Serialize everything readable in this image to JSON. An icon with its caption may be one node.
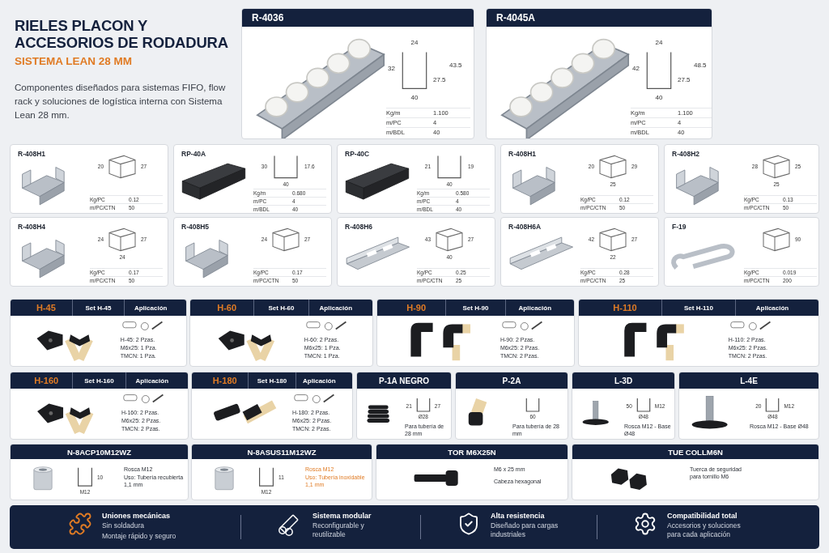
{
  "diagram": {
    "title": "RIELES PLACON Y ACCESORIOS DE RODADURA",
    "nodes": [
      {
        "text": [
          "R-4036",
          "24",
          "32",
          "43.5",
          "27.5",
          "40",
          "Kg/m",
          "1.100",
          "m/PC",
          "4",
          "m/BDL",
          "40"
        ]
      },
      {
        "text": [
          "R-4045A",
          "24",
          "42",
          "48.5",
          "27.5",
          "40",
          "Kg/m",
          "1.100",
          "m/PC",
          "4",
          "m/BDL",
          "40"
        ]
      },
      {
        "text": [
          "R-408H1",
          "20",
          "27",
          "Kg/PC",
          "0.12",
          "m/PC/CTN",
          "50"
        ]
      },
      {
        "text": [
          "RP-40A",
          "30",
          "17.6",
          "40",
          "Kg/m",
          "0.680",
          "m/PC",
          "4",
          "m/BDL",
          "40"
        ]
      },
      {
        "text": [
          "RP-40C",
          "21",
          "19",
          "40",
          "Kg/m",
          "0.580",
          "m/PC",
          "4",
          "m/BDL",
          "40"
        ]
      },
      {
        "text": [
          "R-408H1",
          "20",
          "29",
          "25",
          "Kg/PC",
          "0.12",
          "m/PC/CTN",
          "50"
        ]
      },
      {
        "text": [
          "R-408H2",
          "28",
          "25",
          "25",
          "Kg/PC",
          "0.13",
          "m/PC/CTN",
          "50"
        ]
      },
      {
        "text": [
          "R-408H4",
          "24",
          "27",
          "24",
          "Kg/PC",
          "0.17",
          "m/PC/CTN",
          "50"
        ]
      },
      {
        "text": [
          "R-408H5",
          "24",
          "27",
          "Kg/PC",
          "0.17",
          "m/PC/CTN",
          "50"
        ]
      },
      {
        "text": [
          "R-408H6",
          "43",
          "27",
          "40",
          "Kg/PC",
          "0.25",
          "m/PC/CTN",
          "25"
        ]
      },
      {
        "text": [
          "R-408H6A",
          "42",
          "27",
          "22",
          "Kg/PC",
          "0.28",
          "m/PC/CTN",
          "25"
        ]
      },
      {
        "text": [
          "F-19",
          "90",
          "Kg/PC",
          "0.019",
          "m/PC/CTN",
          "200"
        ]
      },
      {
        "text": [
          "H-45",
          "Set H-45",
          "Aplicación",
          "H-45: 2 Pzas.",
          "M6x25: 1 Pza.",
          "TMCN: 1 Pza."
        ]
      },
      {
        "text": [
          "H-60",
          "Set H-60",
          "Aplicación",
          "H-60: 2 Pzas.",
          "M6x25: 1 Pza.",
          "TMCN: 1 Pza."
        ]
      },
      {
        "text": [
          "H-90",
          "Set H-90",
          "Aplicación",
          "H-90: 2 Pzas.",
          "M6x25: 2 Pzas.",
          "TMCN: 2 Pzas."
        ]
      },
      {
        "text": [
          "H-110",
          "Set H-110",
          "Aplicación",
          "H-110: 2 Pzas.",
          "M6x25: 2 Pzas.",
          "TMCN: 2 Pzas."
        ]
      },
      {
        "text": [
          "H-160",
          "Set H-160",
          "Aplicación",
          "H-160: 2 Pzas.",
          "M6x25: 2 Pzas.",
          "TMCN: 2 Pzas."
        ]
      },
      {
        "text": [
          "H-180",
          "Set H-180",
          "Aplicación",
          "H-180: 2 Pzas.",
          "M6x25: 2 Pzas.",
          "TMCN: 2 Pzas."
        ]
      },
      {
        "text": [
          "P-1A NEGRO",
          "21",
          "27",
          "Ø28",
          "Para tubería de 28 mm"
        ]
      },
      {
        "text": [
          "P-2A",
          "60",
          "Para tubería de 28 mm"
        ]
      },
      {
        "text": [
          "L-3D",
          "50",
          "M12",
          "Ø48",
          "Rosca M12 - Base Ø48"
        ]
      },
      {
        "text": [
          "L-4E",
          "20",
          "M12",
          "Ø48",
          "Rosca M12 - Base Ø48"
        ]
      },
      {
        "text": [
          "N-8ACP10M12WZ",
          "10",
          "M12",
          "Rosca M12",
          "Uso: Tubería recubierta 1,1 mm"
        ]
      },
      {
        "text": [
          "N-8ASUS11M12WZ",
          "11",
          "M12",
          "Rosca M12",
          "Uso: Tubería inoxidable 1,1 mm"
        ]
      },
      {
        "text": [
          "TOR M6X25N",
          "M6 x 25 mm",
          "Cabeza hexagonal"
        ]
      },
      {
        "text": [
          "TUE COLLM6N",
          "Tuerca de seguridad para tornillo M6"
        ]
      },
      {
        "text": [],
        "shape": "bar"
      },
      {
        "text": [
          "Uniones mecánicas",
          "Sin soldadura",
          "Montaje rápido y seguro"
        ],
        "in": 26
      },
      {
        "text": [
          "Sistema modular",
          "Reconfigurable y reutilizable"
        ],
        "in": 26
      },
      {
        "text": [
          "Alta resistencia",
          "Diseñado para cargas industriales"
        ],
        "in": 26
      },
      {
        "text": [
          "Compatibilidad total",
          "Accesorios y soluciones para cada aplicación"
        ],
        "in": 26
      }
    ],
    "labels": [
      "SISTEMA LEAN 28 MM",
      "Componentes diseñados para sistemas FIFO, flow rack y soluciones de logística interna con Sistema Lean 28 mm."
    ]
  }
}
